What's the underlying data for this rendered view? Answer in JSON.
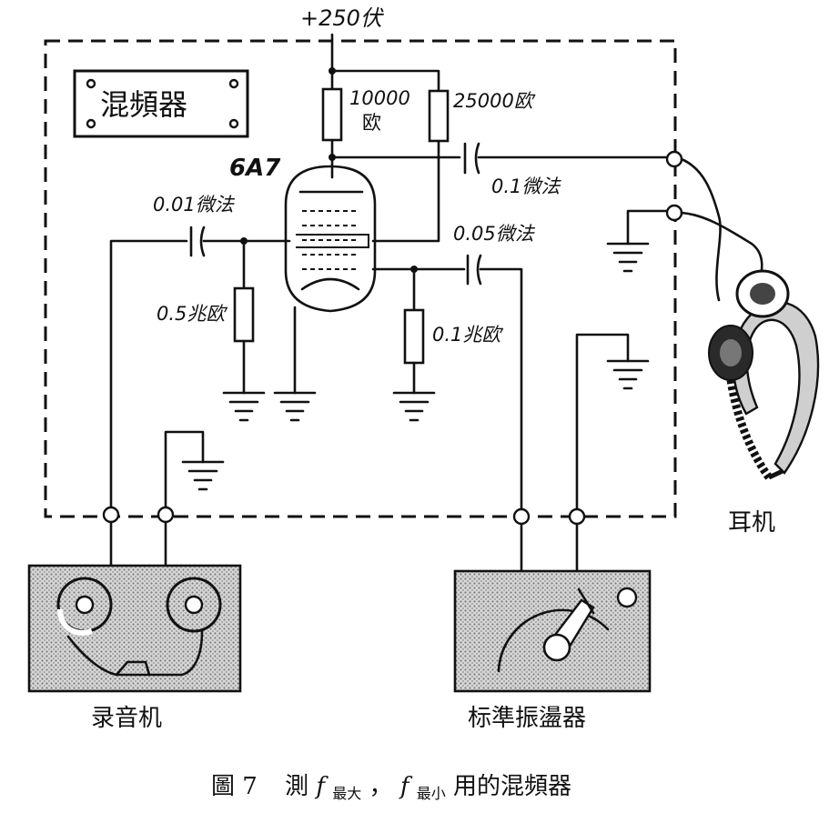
{
  "supply_label": "+250伏",
  "mixer_box_label": "混頻器",
  "tube_label": "6A7",
  "components": {
    "r_10000": "10000",
    "r_10000_unit": "欧",
    "r_25000": "25000欧",
    "c_01": "0.1微法",
    "c_001": "0.01微法",
    "c_005": "0.05微法",
    "r_05m": "0.5兆欧",
    "r_01m": "0.1兆欧"
  },
  "devices": {
    "recorder": "录音机",
    "oscillator": "标準振盪器",
    "earphone": "耳机"
  },
  "caption": {
    "prefix": "圖 7",
    "measure": "測",
    "f1": "f",
    "sub1": "最大",
    "sep": "，",
    "f2": "f",
    "sub2": "最小",
    "suffix": "用的混頻器"
  }
}
